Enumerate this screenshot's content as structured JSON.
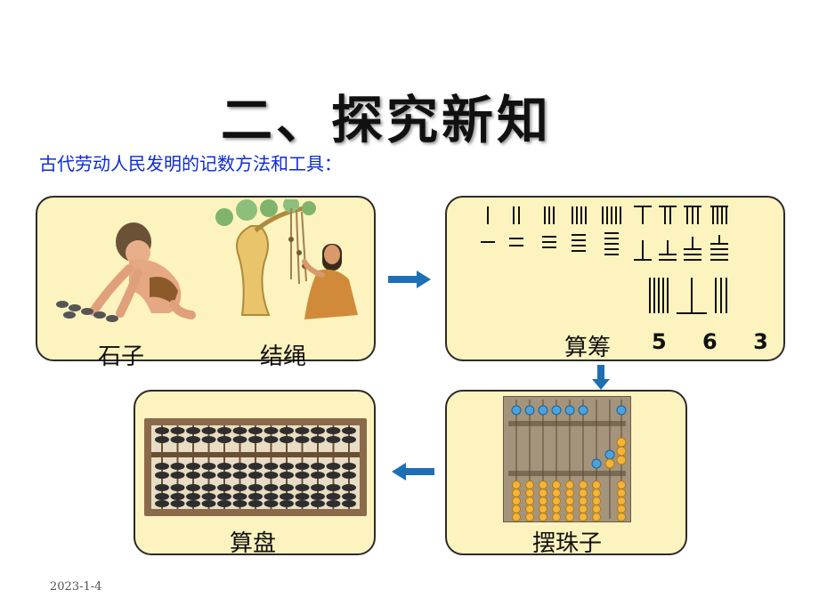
{
  "slide": {
    "title": "二、探究新知",
    "subtitle": "古代劳动人民发明的记数方法和工具：",
    "date": "2023-1-4"
  },
  "panels": {
    "stones_label": "石子",
    "knots_label": "结绳",
    "rods_label": "算筹",
    "rods_numbers": "5 6 3",
    "beads_label": "摆珠子",
    "abacus_label": "算盘"
  },
  "colors": {
    "panel_bg": "#fdf3bf",
    "subtitle": "#0d2bd8",
    "arrow": "#1f6fb5"
  }
}
